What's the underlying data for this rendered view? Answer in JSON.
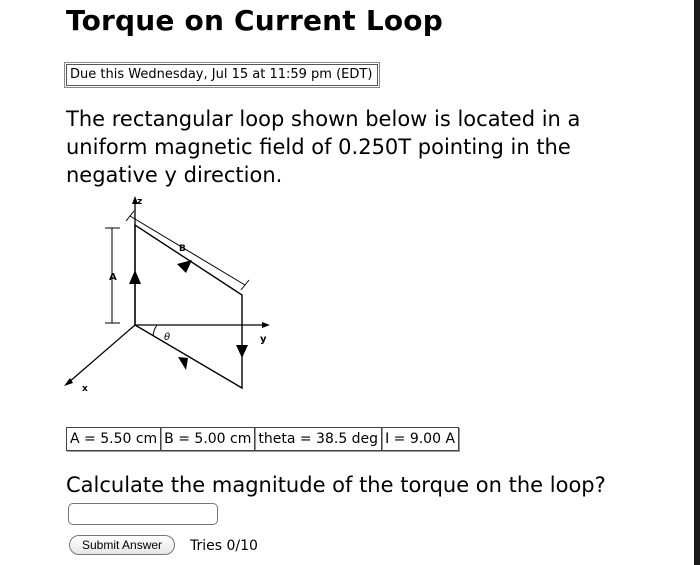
{
  "title": "Torque on Current Loop",
  "due": "Due this Wednesday, Jul 15 at 11:59 pm (EDT)",
  "question": "The rectangular loop shown below is located in a uniform magnetic field of 0.250T pointing in the negative y direction.",
  "figure": {
    "axis_z": "z",
    "axis_y": "y",
    "axis_x": "x",
    "label_a": "A",
    "label_b": "B",
    "label_theta": "θ"
  },
  "params": [
    "A = 5.50 cm",
    "B = 5.00 cm",
    "theta = 38.5 deg",
    "I = 9.00 A"
  ],
  "prompt": "Calculate the magnitude of the torque on the loop?",
  "answer": {
    "value": "",
    "placeholder": ""
  },
  "submit_label": "Submit Answer",
  "tries": "Tries 0/10"
}
